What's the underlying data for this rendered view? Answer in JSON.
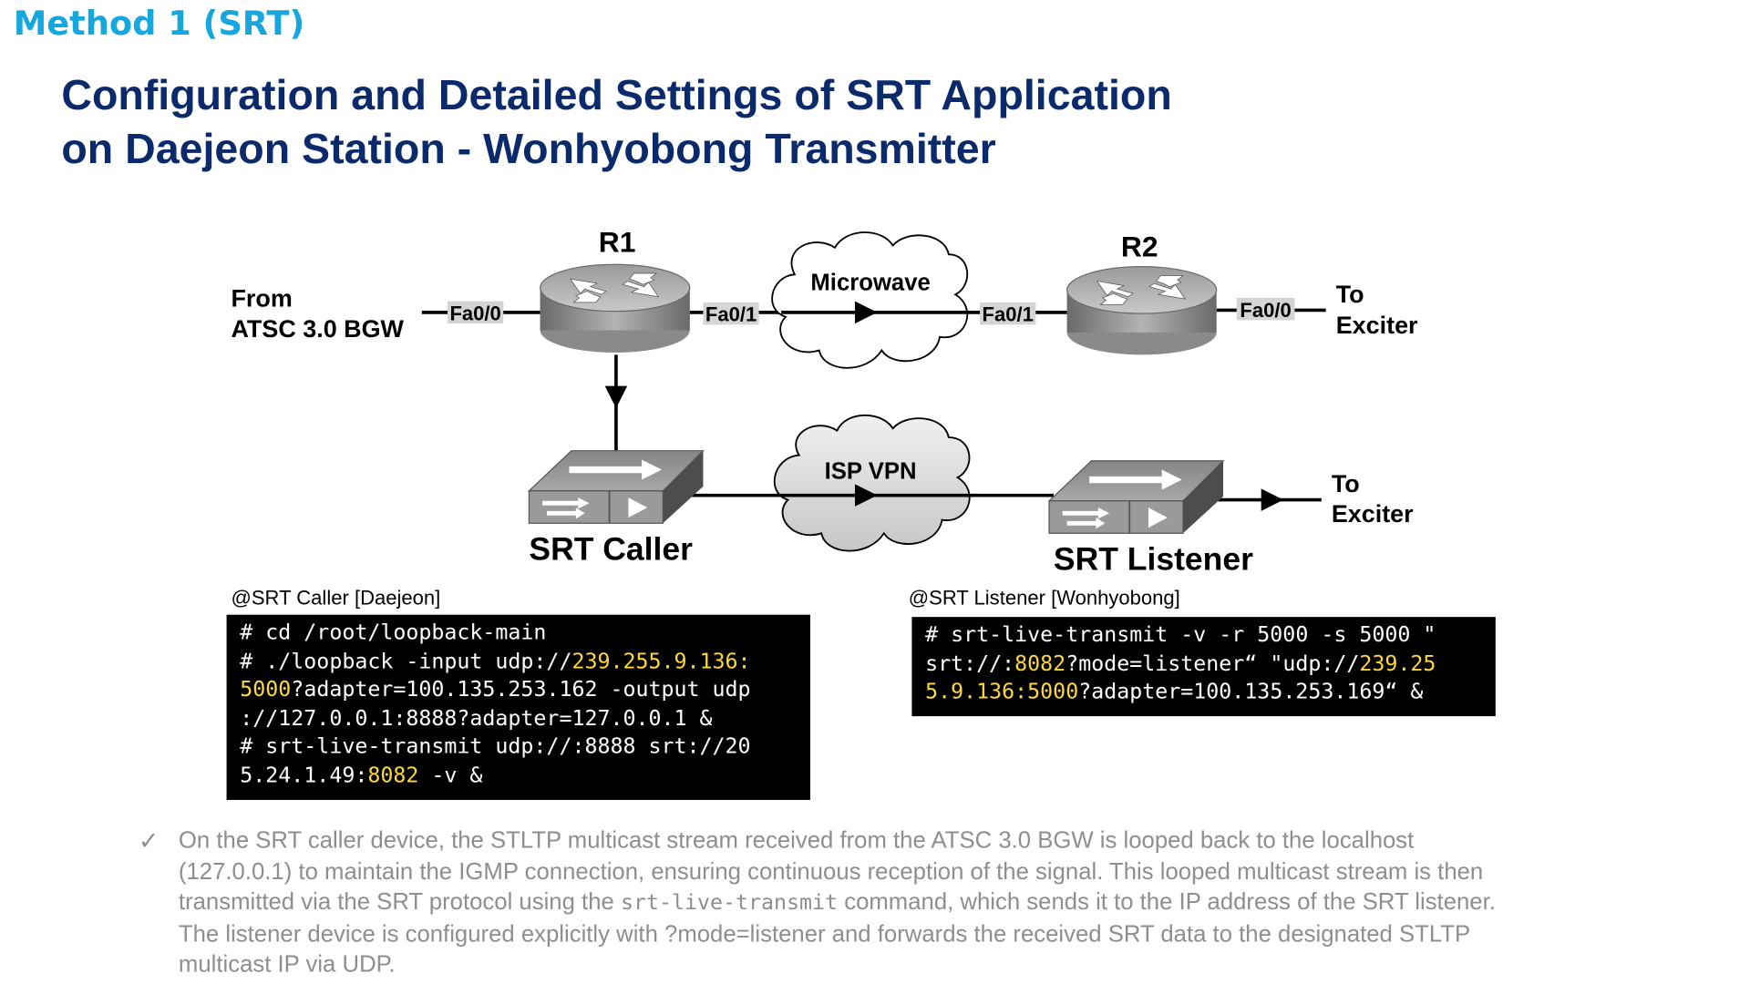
{
  "header": {
    "method": "Method 1 (SRT)",
    "title_line1": "Configuration and Detailed Settings of SRT Application",
    "title_line2": "on Daejeon Station - Wonhyobong Transmitter"
  },
  "diagram": {
    "r1_label": "R1",
    "r2_label": "R2",
    "source_line1": "From",
    "source_line2": "ATSC 3.0 BGW",
    "r1_port_in": "Fa0/0",
    "r1_port_out": "Fa0/1",
    "r2_port_in": "Fa0/1",
    "r2_port_out": "Fa0/0",
    "microwave_label": "Microwave",
    "isp_label": "ISP VPN",
    "dest_top_line1": "To",
    "dest_top_line2": "Exciter",
    "dest_bottom_line1": "To",
    "dest_bottom_line2": "Exciter",
    "caller_label": "SRT Caller",
    "listener_label": "SRT Listener"
  },
  "caller_box": {
    "caption": "@SRT Caller [Daejeon]",
    "l1": "# cd /root/loopback-main",
    "l2a": "# ./loopback -input udp://",
    "l2b": "239.255.9.136:",
    "l3a": "5000",
    "l3b": "?adapter=100.135.253.162 -output udp",
    "l4": "://127.0.0.1:8888?adapter=127.0.0.1 &",
    "l5": "# srt-live-transmit udp://:8888 srt://20",
    "l6a": "5.24.1.49:",
    "l6b": "8082",
    "l6c": " -v &"
  },
  "listener_box": {
    "caption": "@SRT Listener [Wonhyobong]",
    "l1": "# srt-live-transmit -v -r 5000 -s 5000 \"",
    "l2a": "srt://:",
    "l2b": "8082",
    "l2c": "?mode=listener“ \"udp://",
    "l2d": "239.25",
    "l3a": "5.9.136:5000",
    "l3b": "?adapter=100.135.253.169“ &"
  },
  "note": {
    "check": "✓",
    "line1": "On the SRT caller device, the STLTP multicast stream received from the ATSC 3.0 BGW is looped back to the localhost",
    "line2": "(127.0.0.1) to maintain the IGMP connection, ensuring continuous reception of the signal. This looped multicast stream is then",
    "line3a": "transmitted via the SRT protocol using the ",
    "line3b": "srt-live-transmit",
    "line3c": " command, which sends it to the IP address of the SRT listener.",
    "line4": "The listener device is configured explicitly with ?mode=listener and forwards the received SRT data to the designated STLTP",
    "line5": "multicast IP via UDP."
  },
  "colors": {
    "method": "#16a7df",
    "title": "#0b2a6b",
    "code_highlight": "#ffd83d",
    "note_text": "#8e8e8e",
    "port_label_bg": "#d4d4d4"
  }
}
